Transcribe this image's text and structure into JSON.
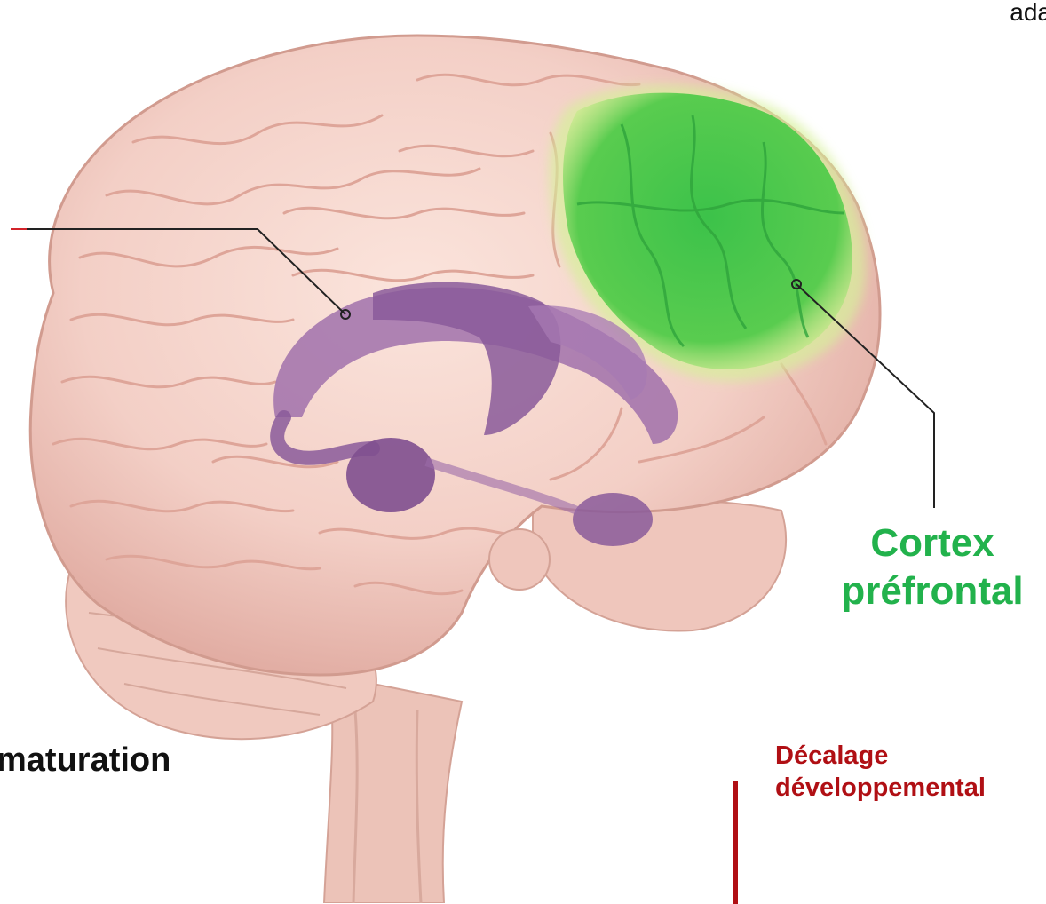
{
  "figure": {
    "corner_text": "ada",
    "cortex_label_line1": "Cortex",
    "cortex_label_line2": "préfrontal",
    "maturation_label": "maturation",
    "decalage_line1": "Décalage",
    "decalage_line2": "développemental"
  },
  "colors": {
    "prefrontal_green": "#22b24c",
    "decalage_red": "#b00f14",
    "brain_pink": "#f3cfc6",
    "limbic_purple": "#8a5a9a"
  },
  "icons": {
    "brain": "brain-illustration",
    "limbic": "limbic-system",
    "prefrontal": "prefrontal-highlight"
  }
}
